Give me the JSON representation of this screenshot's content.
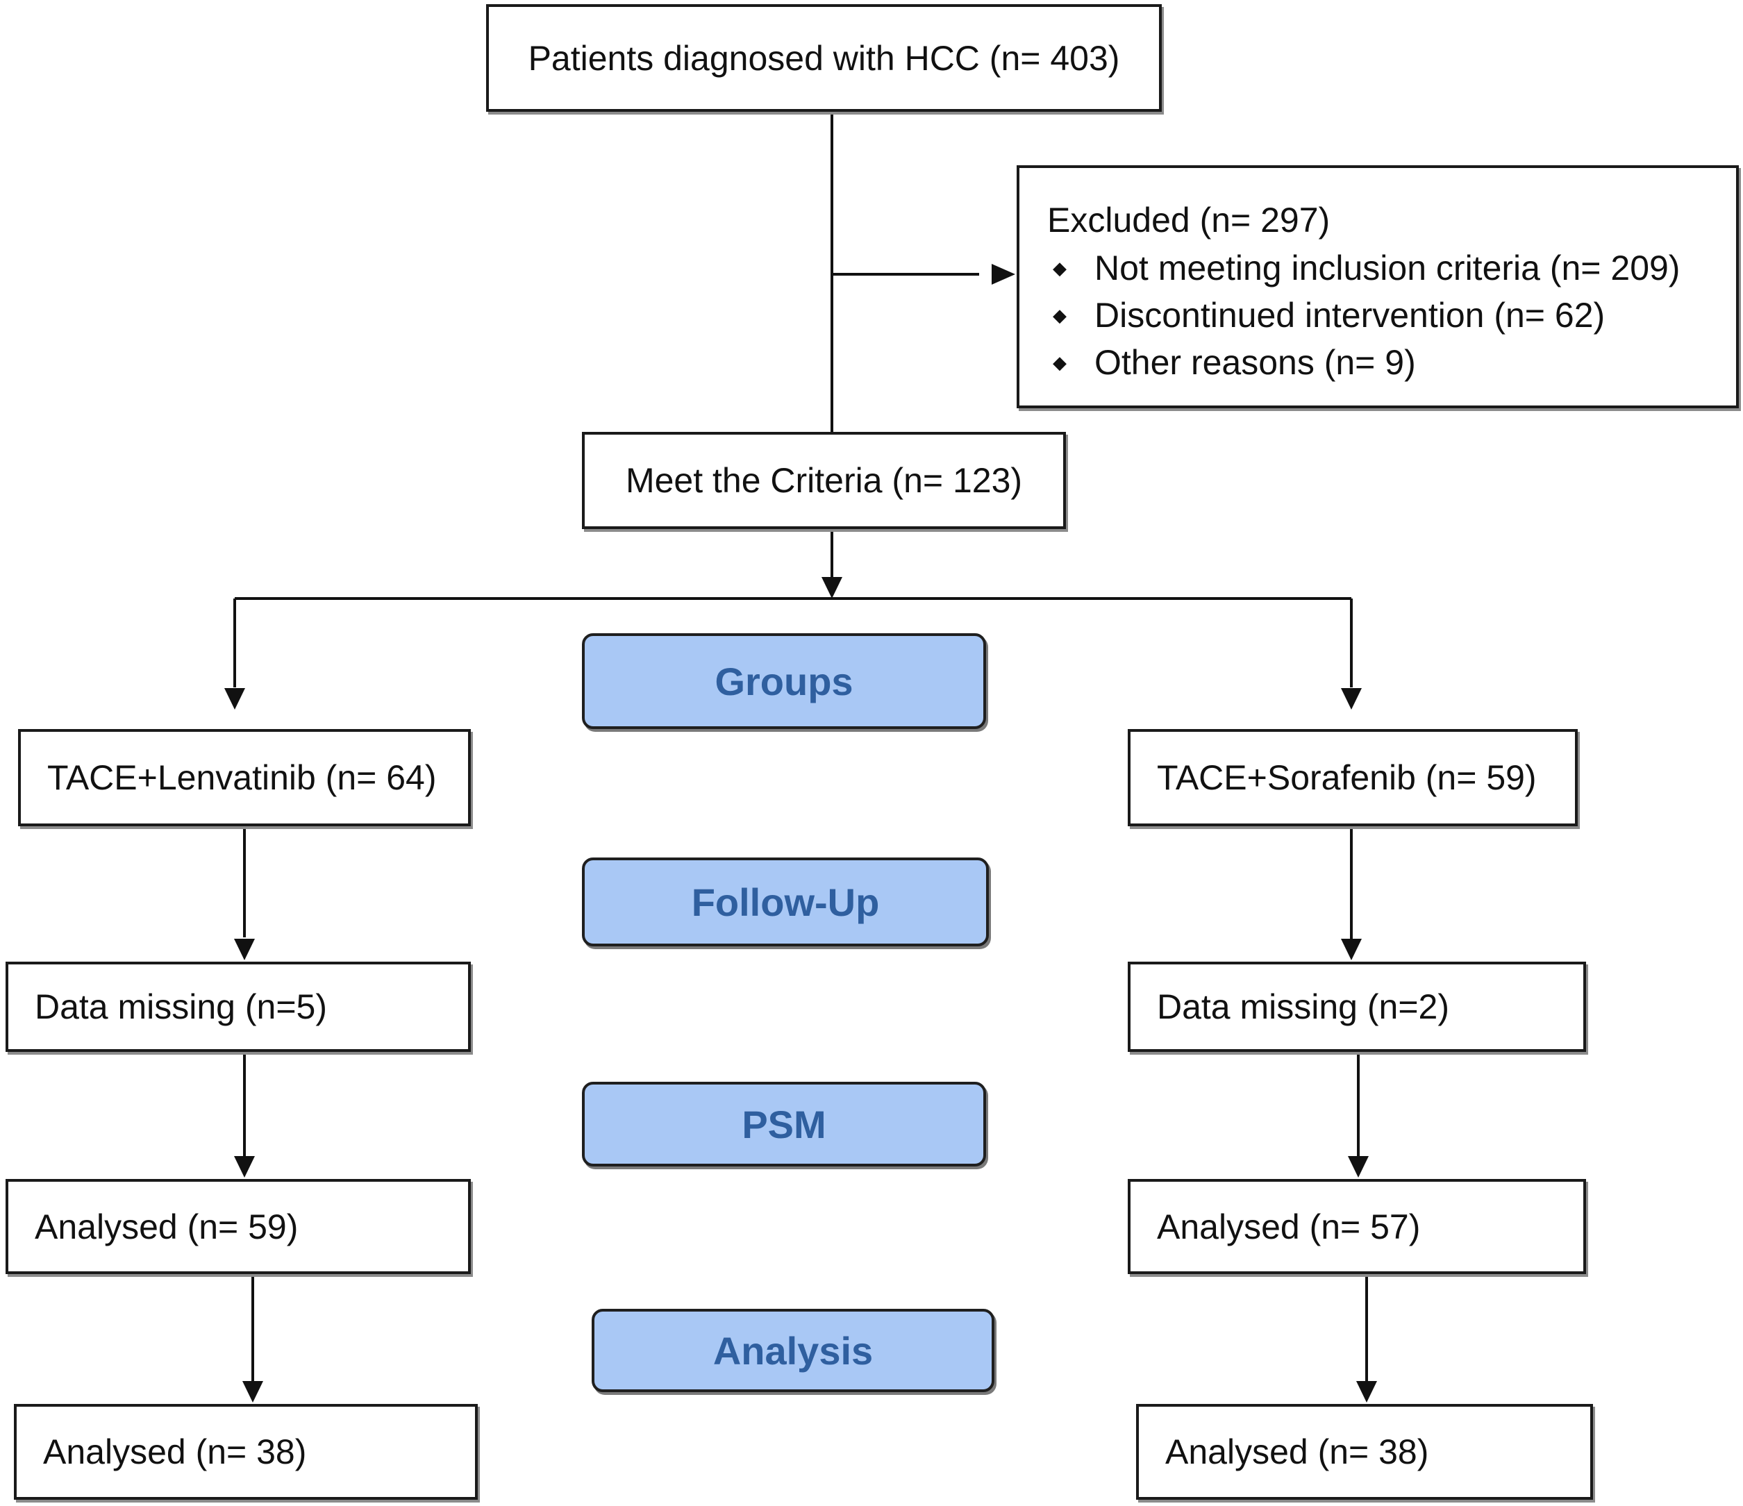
{
  "boxes": {
    "diagnosed": "Patients diagnosed with HCC (n=  403)",
    "excluded": {
      "title": "Excluded  (n= 297)",
      "reasons": [
        "Not meeting inclusion criteria (n= 209)",
        "Discontinued intervention (n= 62)",
        "Other reasons (n= 9)"
      ]
    },
    "meet_criteria": "Meet the Criteria (n= 123)",
    "left": {
      "group": "TACE+Lenvatinib (n= 64)",
      "missing": "Data missing (n=5)",
      "analysed": "Analysed  (n= 59)",
      "analysed_psm": "Analysed  (n= 38)"
    },
    "right": {
      "group": "TACE+Sorafenib (n= 59)",
      "missing": "Data missing (n=2)",
      "analysed": "Analysed  (n= 57)",
      "analysed_psm": "Analysed  (n= 38)"
    }
  },
  "stages": [
    "Groups",
    "Follow-Up",
    "PSM",
    "Analysis"
  ],
  "colors": {
    "stage_fill": "#a9c8f5",
    "stage_text": "#2f5f9f",
    "border": "#1a1a1a",
    "shadow": "#8c8c8c"
  }
}
